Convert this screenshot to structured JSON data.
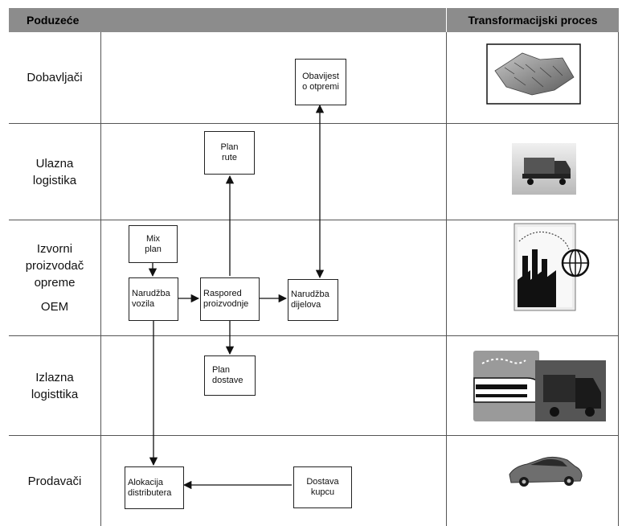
{
  "header": {
    "left": "Poduzeće",
    "right": "Transformacijski proces"
  },
  "rows": [
    {
      "label_lines": [
        "Dobavljači"
      ],
      "image_icon": "gears-image"
    },
    {
      "label_lines": [
        "Ulazna",
        "logistika"
      ],
      "image_icon": "truck-image"
    },
    {
      "label_lines": [
        "Izvorni",
        "proizvodač",
        "opreme",
        "",
        "OEM"
      ],
      "image_icon": "factory-globe-image"
    },
    {
      "label_lines": [
        "Izlazna",
        "logisttika"
      ],
      "image_icon": "train-truck-image"
    },
    {
      "label_lines": [
        "Prodavači"
      ],
      "image_icon": "car-image"
    }
  ],
  "boxes": {
    "obavijest": [
      "Obavijest",
      "o otpremi"
    ],
    "plan_rute": [
      "Plan",
      "rute"
    ],
    "mix_plan": [
      "Mix",
      "plan"
    ],
    "narudzba_vozila": [
      "Narudžba",
      "vozila"
    ],
    "raspored": [
      "Raspored",
      "proizvodnje"
    ],
    "narudzba_dijelova": [
      "Narudžba",
      "dijelova"
    ],
    "plan_dostave": [
      "Plan",
      "dostave"
    ],
    "alokacija": [
      "Alokacija",
      "distributera"
    ],
    "dostava_kupcu": [
      "Dostava",
      "kupcu"
    ]
  },
  "colors": {
    "header_bg": "#8c8c8c",
    "line": "#222222"
  }
}
